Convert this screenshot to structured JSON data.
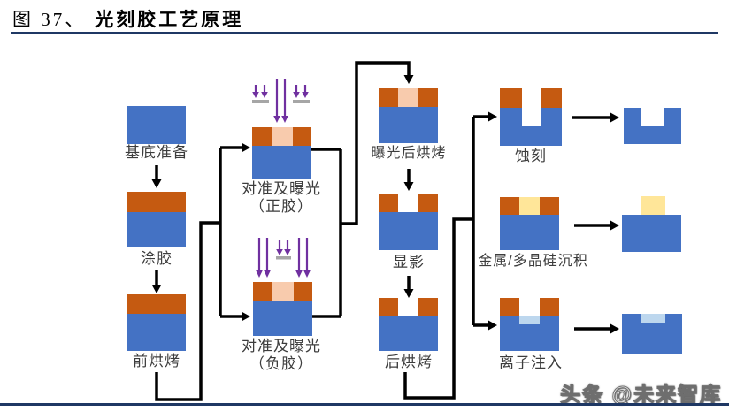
{
  "title": {
    "prefix": "图 37、",
    "text": "光刻胶工艺原理"
  },
  "watermark": "头条 @未来智库",
  "colors": {
    "substrate_blue": "#4472C4",
    "resist_orange": "#C55A11",
    "exposed_peach": "#F8CBAD",
    "deposit_yellow": "#FFE699",
    "implant_lightblue": "#BDD7EE",
    "uv_purple": "#7030A0",
    "mask_gray": "#A6A6A6",
    "arrow_black": "#000000",
    "line_navy": "#1F3864"
  },
  "steps": {
    "substrate_prep": "基底准备",
    "coating": "涂胶",
    "prebake": "前烘烤",
    "exposure_line": "对准及曝光",
    "exposure_positive_sub": "（正胶）",
    "exposure_negative_sub": "（负胶）",
    "post_exposure_bake": "曝光后烘烤",
    "develop": "显影",
    "postbake": "后烘烤",
    "etch": "蚀刻",
    "deposition": "金属/多晶硅沉积",
    "ion_implant": "离子注入"
  }
}
